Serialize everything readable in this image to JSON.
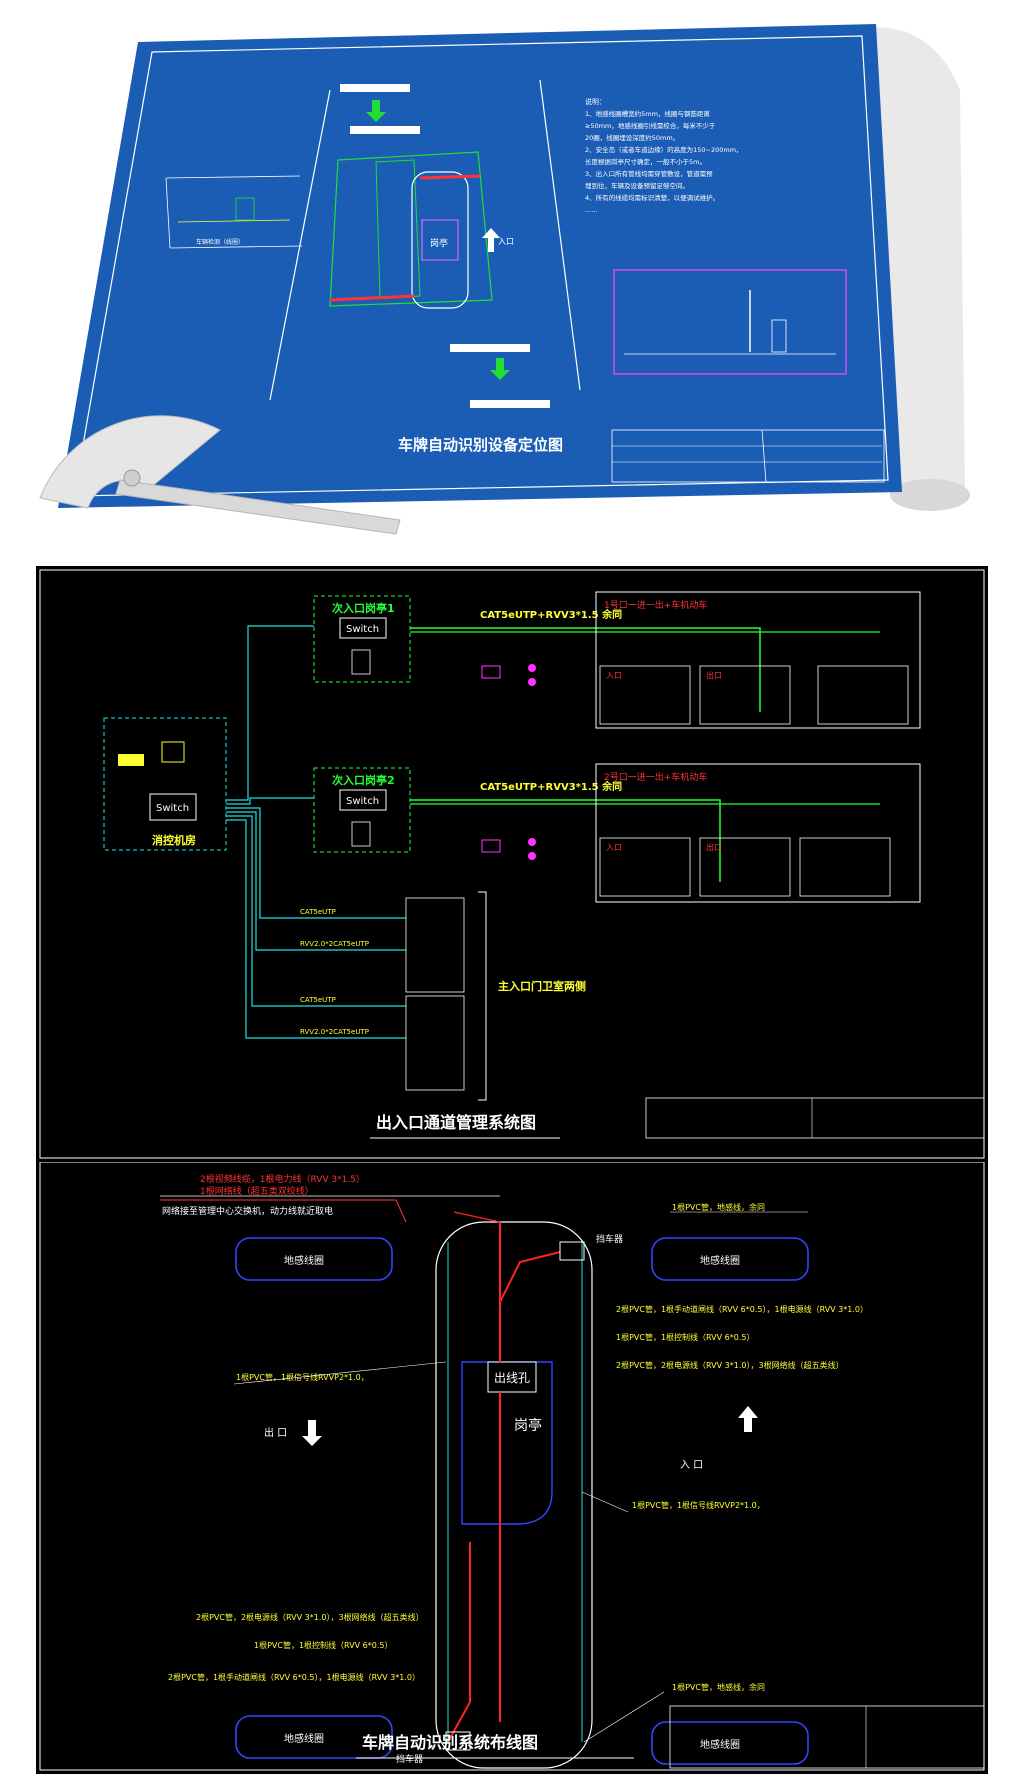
{
  "blueprint": {
    "title": "车牌自动识别设备定位图",
    "entry_label": "入口",
    "booth_label": "岗亭",
    "detail_label": "车辆检测（线圈）",
    "notes_header": "说明：",
    "notes_lines": [
      "1、地感线圈槽宽约5mm，线圈与钢筋距离",
      "≥50mm，地感线圈引线需绞合，每米不少于",
      "20圈，线圈埋设深度约50mm。",
      "2、安全岛（或者车道边缘）的高度为150~200mm，",
      "长度根据岗亭尺寸确定，一般不小于5m。",
      "3、出入口所有管线均需穿管敷设，管道需预",
      "埋到位，车辆及设备预留足够空间。",
      "4、所有的线缆均需标识清楚，以便调试维护。",
      "......"
    ]
  },
  "system": {
    "title": "出入口通道管理系统图",
    "booth1": "次入口岗亭1",
    "booth2": "次入口岗亭2",
    "switch_label": "Switch",
    "control_room": "消控机房",
    "cable_main": "CAT5eUTP+RVV3*1.5 余同",
    "lane1": "1号口一进一出+车机动车",
    "lane2": "2号口一进一出+车机动车",
    "gate_side": "主入口门卫室两侧",
    "cable_small": "CAT5eUTP",
    "cable_power": "RVV2.0*2CAT5eUTP",
    "in": "入口",
    "out": "出口"
  },
  "wiring": {
    "title": "车牌自动识别系统布线图",
    "top_note1": "2根视频线缆，1根电力线（RVV 3*1.5）",
    "top_note2": "1根网络线（超五类双绞线）",
    "top_note3": "网络接至管理中心交换机，动力线就近取电",
    "booth": "岗亭",
    "outlet": "出线孔",
    "barrier_top": "挡车器",
    "barrier_bottom": "挡车器",
    "exit": "出 口",
    "entry": "入 口",
    "loop": "地感线圈",
    "label_r1": "1根PVC管，地感线，余同",
    "label_r2": "2根PVC管，1根手动道闸线（RVV 6*0.5），1根电源线（RVV 3*1.0）",
    "label_r3": "1根PVC管，1根控制线（RVV 6*0.5）",
    "label_r4": "2根PVC管，2根电源线（RVV 3*1.0），3根网络线（超五类线）",
    "label_r5": "1根PVC管，1根信号线RVVP2*1.0，",
    "label_r6": "1根PVC管，地感线，余同",
    "label_l1": "1根PVC管，1根信号线RVVP2*1.0，",
    "label_l2": "2根PVC管，2根电源线（RVV 3*1.0），3根网络线（超五类线）",
    "label_l3": "1根PVC管，1根控制线（RVV 6*0.5）",
    "label_l4": "2根PVC管，1根手动道闸线（RVV 6*0.5），1根电源线（RVV 3*1.0）"
  },
  "colors": {
    "blueprint_bg": "#1a5fb4",
    "cad_bg": "#000000",
    "green": "#22ff33",
    "cyan": "#22e0e0",
    "yellow": "#ffff33",
    "red": "#ff2222",
    "blue": "#3344ff",
    "magenta": "#ff33ff"
  }
}
